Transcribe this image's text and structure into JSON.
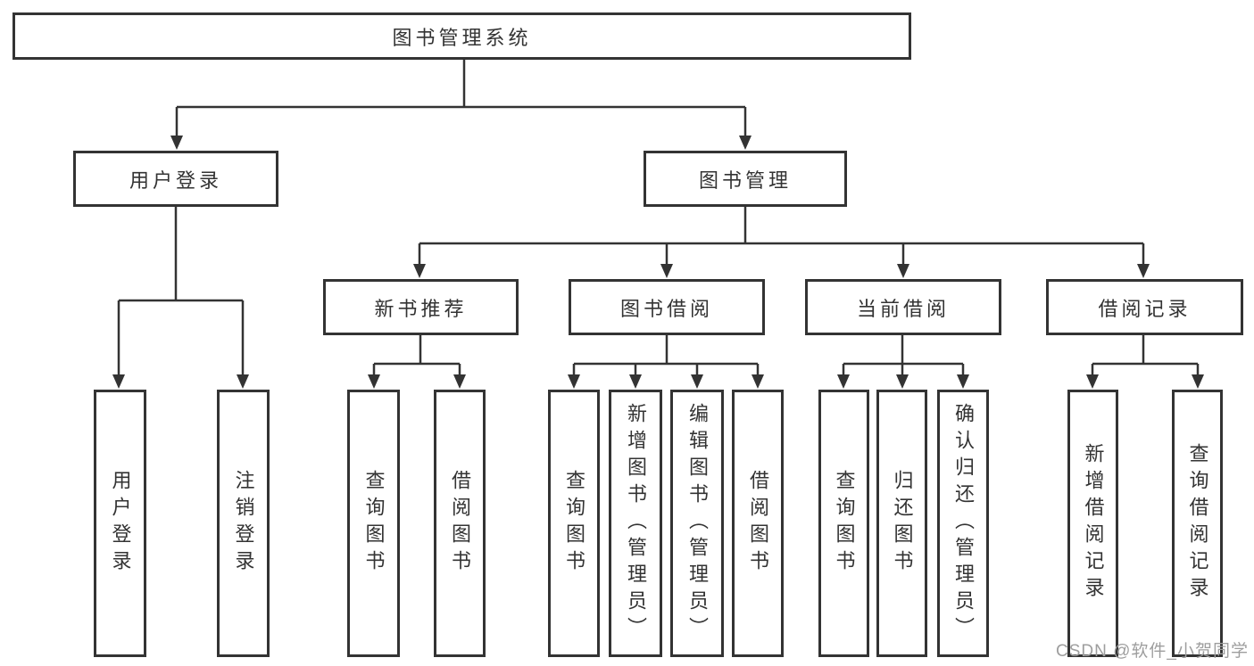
{
  "tree": {
    "root": {
      "label": "图书管理系统",
      "children": [
        {
          "label": "用户登录",
          "children": [
            {
              "label": "用户登录"
            },
            {
              "label": "注销登录"
            }
          ]
        },
        {
          "label": "图书管理",
          "children": [
            {
              "label": "新书推荐",
              "children": [
                {
                  "label": "查询图书"
                },
                {
                  "label": "借阅图书"
                }
              ]
            },
            {
              "label": "图书借阅",
              "children": [
                {
                  "label": "查询图书"
                },
                {
                  "label": "新增图书（管理员）"
                },
                {
                  "label": "编辑图书（管理员）"
                },
                {
                  "label": "借阅图书"
                }
              ]
            },
            {
              "label": "当前借阅",
              "children": [
                {
                  "label": "查询图书"
                },
                {
                  "label": "归还图书"
                },
                {
                  "label": "确认归还（管理员）"
                }
              ]
            },
            {
              "label": "借阅记录",
              "children": [
                {
                  "label": "新增借阅记录"
                },
                {
                  "label": "查询借阅记录"
                }
              ]
            }
          ]
        }
      ]
    }
  },
  "watermark": {
    "text": "CSDN @软件_小贺同学"
  },
  "colors": {
    "line-color": "#333333",
    "text-color": "#333333",
    "watermark-color": "#9e9e9e",
    "bg-color": "#ffffff"
  }
}
